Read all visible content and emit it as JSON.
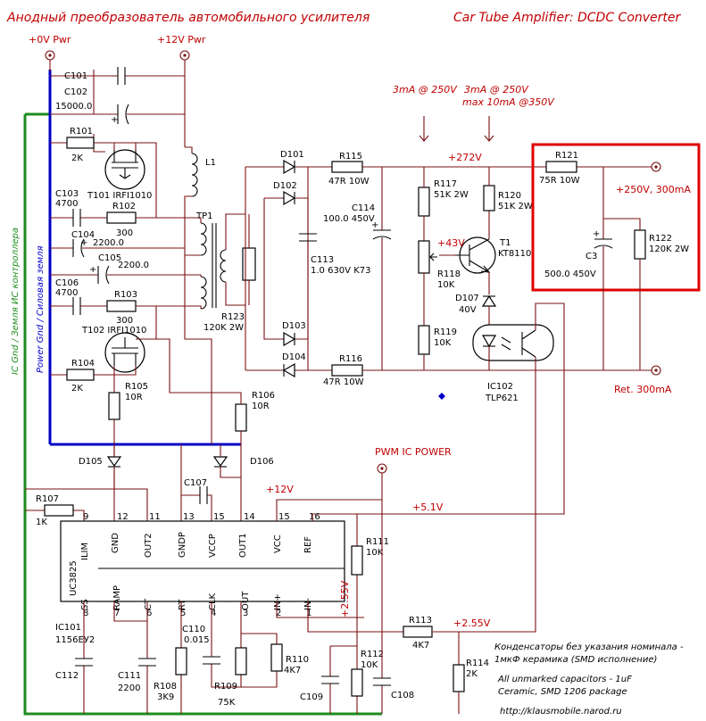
{
  "title_ru": "Анодный преобразователь автомобильного   усилителя",
  "title_en": "Car Tube Amplifier: DCDC Converter",
  "power": {
    "zero_v": "+0V Pwr",
    "plus12": "+12V Pwr"
  },
  "ground_labels": {
    "ic_gnd": "IC Gnd / Земля ИС контроллера",
    "power_gnd": "Power Gnd / Силовая земля"
  },
  "components": {
    "c101": "C101",
    "c102": "C102",
    "c102_val": "15000.0",
    "r101": "R101",
    "r101_val": "2K",
    "t101": "T101 IRFI1010",
    "c103": "C103",
    "c103_val": "4700",
    "r102": "R102",
    "r102_val": "300",
    "c104": "C104",
    "c104_val": "2200.0",
    "c105": "C105",
    "c105_val": "2200.0",
    "c106": "C106",
    "c106_val": "4700",
    "r103": "R103",
    "r103_val": "300",
    "t102": "T102 IRFI1010",
    "r104": "R104",
    "r104_val": "2K",
    "r105": "R105",
    "r105_val": "10R",
    "r106": "R106",
    "r106_val": "10R",
    "d105": "D105",
    "d106": "D106",
    "l1": "L1",
    "tp1": "TP1",
    "r123": "R123",
    "r123_val": "120K 2W",
    "d101": "D101",
    "d102": "D102",
    "d103": "D103",
    "d104": "D104",
    "r115": "R115",
    "r115_val": "47R 10W",
    "r116": "R116",
    "r116_val": "47R 10W",
    "c114": "C114",
    "c114_val": "100.0 450V",
    "c113": "C113",
    "c113_val": "1.0 630V K73",
    "r117": "R117",
    "r117_val": "51K 2W",
    "r118": "R118",
    "r118_val": "10K",
    "r119": "R119",
    "r119_val": "10K",
    "r120": "R120",
    "r120_val": "51K 2W",
    "t1": "T1",
    "t1_val": "KT8110",
    "d107": "D107",
    "d107_val": "40V",
    "ic102": "IC102",
    "ic102_val": "TLP621",
    "r121": "R121",
    "r121_val": "75R 10W",
    "c3": "C3",
    "c3_val": "500.0 450V",
    "r122": "R122",
    "r122_val": "120K 2W",
    "c107": "C107",
    "r107": "R107",
    "r107_val": "1K",
    "r111": "R111",
    "r111_val": "10K",
    "ic101": "IC101",
    "ic101_val": "1156EУ2",
    "c112": "C112",
    "c111": "C111",
    "c111_val": "2200",
    "r108": "R108",
    "r108_val": "3K9",
    "c110": "C110",
    "c110_val": "0.015",
    "r109": "R109",
    "r109_val": "75K",
    "r110": "R110",
    "r110_val": "4K7",
    "c109": "C109",
    "r112": "R112",
    "r112_val": "10K",
    "c108": "C108",
    "r113": "R113",
    "r113_val": "4K7",
    "r114": "R114",
    "r114_val": "2K"
  },
  "ic": {
    "name": "UC3825",
    "top_pins": [
      "ILIM",
      "GND",
      "OUT2",
      "GNDP",
      "VCCP",
      "OUT1",
      "VCC",
      "REF"
    ],
    "top_nums": [
      "9",
      "12",
      "11",
      "13",
      "15",
      "14",
      "15",
      "16"
    ],
    "bottom_pins": [
      "SS",
      "RAMP",
      "CT",
      "RT",
      "CLK",
      "OUT",
      "IN+",
      "IN-"
    ],
    "bottom_nums": [
      "8",
      "7",
      "6",
      "5",
      "4",
      "3",
      "2",
      "1"
    ]
  },
  "rails": {
    "v272": "+272V",
    "v43": "+43V",
    "v12": "+12V",
    "v51": "+5.1V",
    "v255a": "+2.55V",
    "v255b": "+2.55V",
    "pwm": "PWM IC POWER"
  },
  "annotations": {
    "ma1": "3mA @ 250V",
    "ma2": "3mA @ 250V",
    "ma3": "max 10mA @350V",
    "out": "+250V, 300mA",
    "ret": "Ret. 300mA"
  },
  "notes": {
    "ru1": "Конденсаторы без указания номинала -",
    "ru2": "1мкФ керамика (SMD исполнение)",
    "en1": "All unmarked capacitors - 1uF",
    "en2": "Ceramic, SMD 1206 package"
  },
  "url": "http://klausmobile.narod.ru"
}
